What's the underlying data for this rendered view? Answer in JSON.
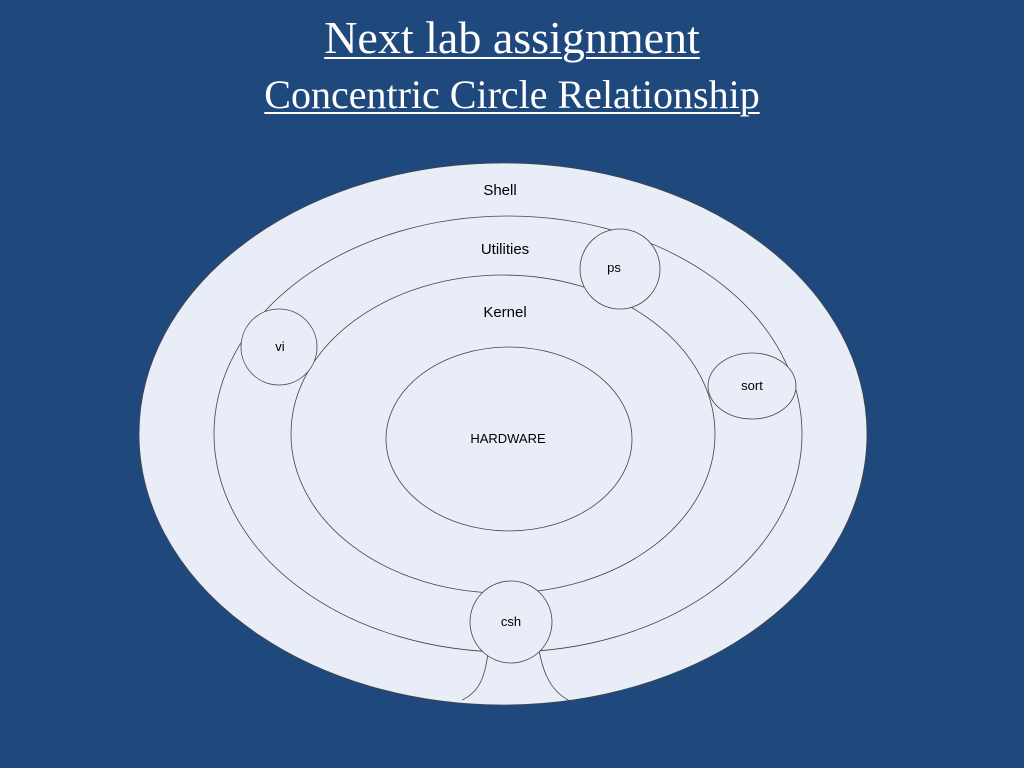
{
  "slide": {
    "title": "Next lab assignment",
    "subtitle": "Concentric Circle Relationship"
  },
  "diagram": {
    "layers": {
      "shell": "Shell",
      "utilities": "Utilities",
      "kernel": "Kernel",
      "hardware": "HARDWARE"
    },
    "utilities_nodes": {
      "ps": "ps",
      "vi": "vi",
      "sort": "sort",
      "csh": "csh"
    }
  },
  "colors": {
    "background": "#1f497d",
    "diagram_fill": "#e9edf8",
    "line": "#444444",
    "title_text": "#ffffff"
  }
}
